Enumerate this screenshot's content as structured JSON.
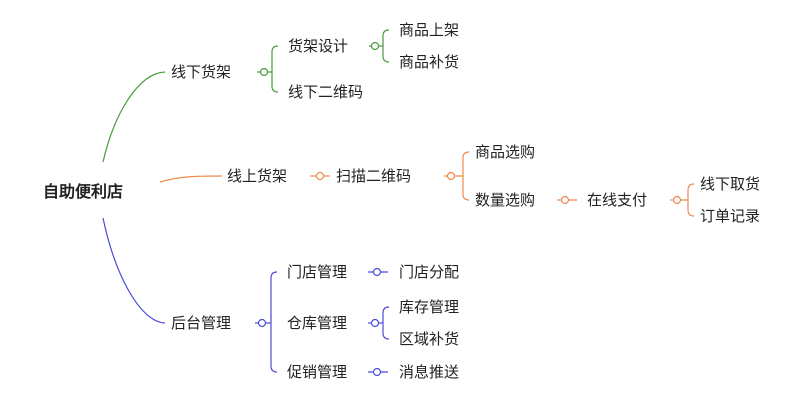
{
  "colors": {
    "offline": "#4a9a3e",
    "online": "#ee8a4c",
    "backend": "#4a4cd6",
    "text": "#222222"
  },
  "mindmap": {
    "root": "自助便利店",
    "branches": [
      {
        "label": "线下货架",
        "children": [
          {
            "label": "货架设计",
            "children": [
              {
                "label": "商品上架"
              },
              {
                "label": "商品补货"
              }
            ]
          },
          {
            "label": "线下二维码"
          }
        ]
      },
      {
        "label": "线上货架",
        "children": [
          {
            "label": "扫描二维码",
            "children": [
              {
                "label": "商品选购"
              },
              {
                "label": "数量选购",
                "children": [
                  {
                    "label": "在线支付",
                    "children": [
                      {
                        "label": "线下取货"
                      },
                      {
                        "label": "订单记录"
                      }
                    ]
                  }
                ]
              }
            ]
          }
        ]
      },
      {
        "label": "后台管理",
        "children": [
          {
            "label": "门店管理",
            "children": [
              {
                "label": "门店分配"
              }
            ]
          },
          {
            "label": "仓库管理",
            "children": [
              {
                "label": "库存管理"
              },
              {
                "label": "区域补货"
              }
            ]
          },
          {
            "label": "促销管理",
            "children": [
              {
                "label": "消息推送"
              }
            ]
          }
        ]
      }
    ]
  }
}
